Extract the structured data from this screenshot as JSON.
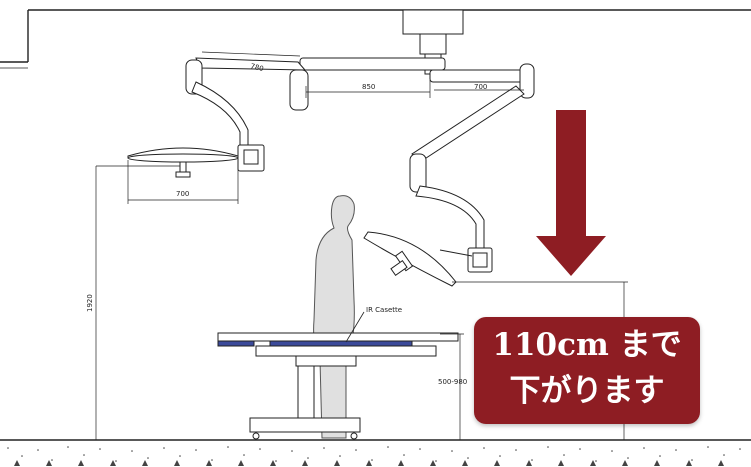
{
  "dimensions": {
    "arm_length_1": "780",
    "arm_length_2": "850",
    "arm_length_3": "700",
    "light_diameter": "700",
    "mount_height": "1920",
    "table_height_range": "500-980"
  },
  "labels": {
    "cassette": "IR Casette"
  },
  "callout": {
    "line1": "110cm まで",
    "line2": "下がります",
    "background": "#8e1d23"
  },
  "colors": {
    "arrow": "#8e1d23",
    "linework": "#222222",
    "figure_fill": "#e0e0e0",
    "table_pad": "#3b4a9a"
  }
}
